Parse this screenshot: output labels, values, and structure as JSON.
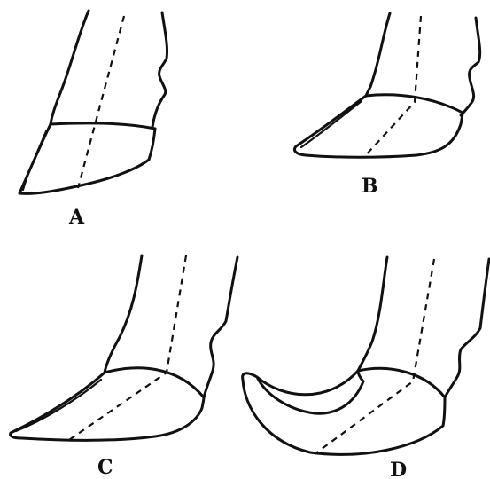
{
  "figure": {
    "panels": [
      {
        "id": "A",
        "label": "A"
      },
      {
        "id": "B",
        "label": "B"
      },
      {
        "id": "C",
        "label": "C"
      },
      {
        "id": "D",
        "label": "D"
      }
    ]
  }
}
